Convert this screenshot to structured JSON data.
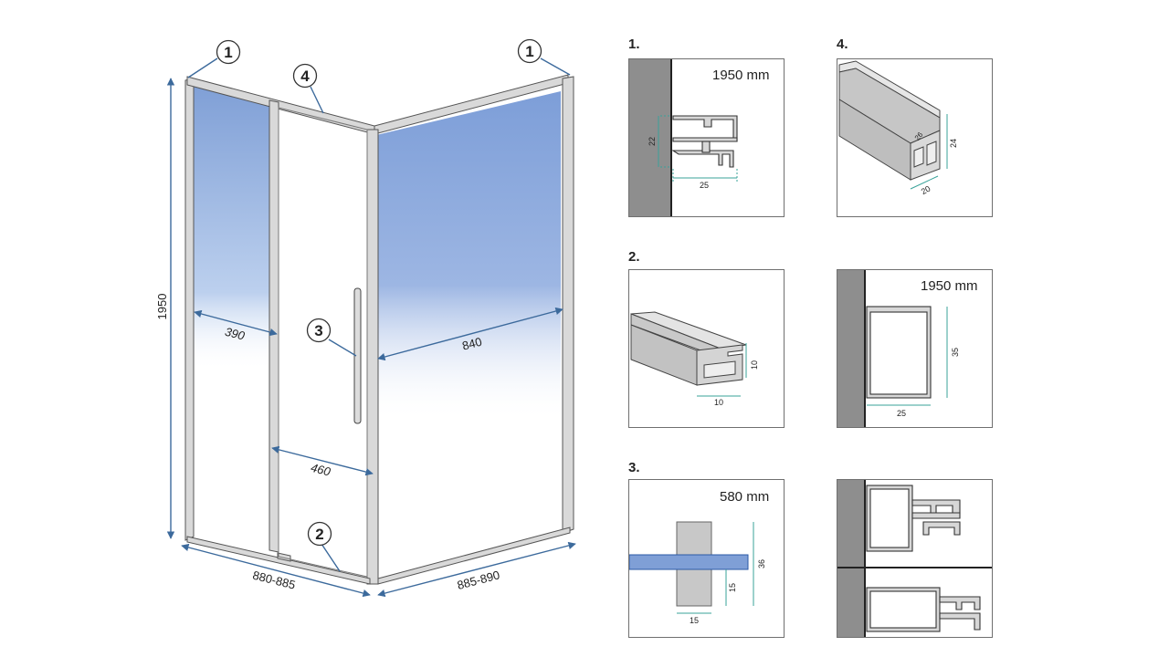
{
  "main_drawing": {
    "callouts": [
      "1",
      "4",
      "1",
      "3",
      "2"
    ],
    "dimensions": {
      "height": "1950",
      "fixed_width": "390",
      "door_width": "460",
      "side_width": "840",
      "front_range": "880-885",
      "side_range": "885-890"
    }
  },
  "details": [
    {
      "caption": "1.",
      "length": "1950 mm",
      "dims": [
        "22",
        "25"
      ]
    },
    {
      "caption": "4.",
      "length": "",
      "dims": [
        "24",
        "20",
        "26"
      ]
    },
    {
      "caption": "2.",
      "length": "",
      "dims": [
        "10",
        "10"
      ]
    },
    {
      "caption": "",
      "length": "1950 mm",
      "dims": [
        "35",
        "25"
      ]
    },
    {
      "caption": "3.",
      "length": "580 mm",
      "dims": [
        "36",
        "15",
        "15"
      ]
    },
    {
      "caption": "",
      "length": "",
      "dims": []
    }
  ],
  "colors": {
    "glass_blue": "#7f9fd6",
    "dim_line": "#3c6a9c",
    "frame": "#9a9a9a",
    "wall": "#8e8e8e",
    "teal": "#3aa39a"
  }
}
